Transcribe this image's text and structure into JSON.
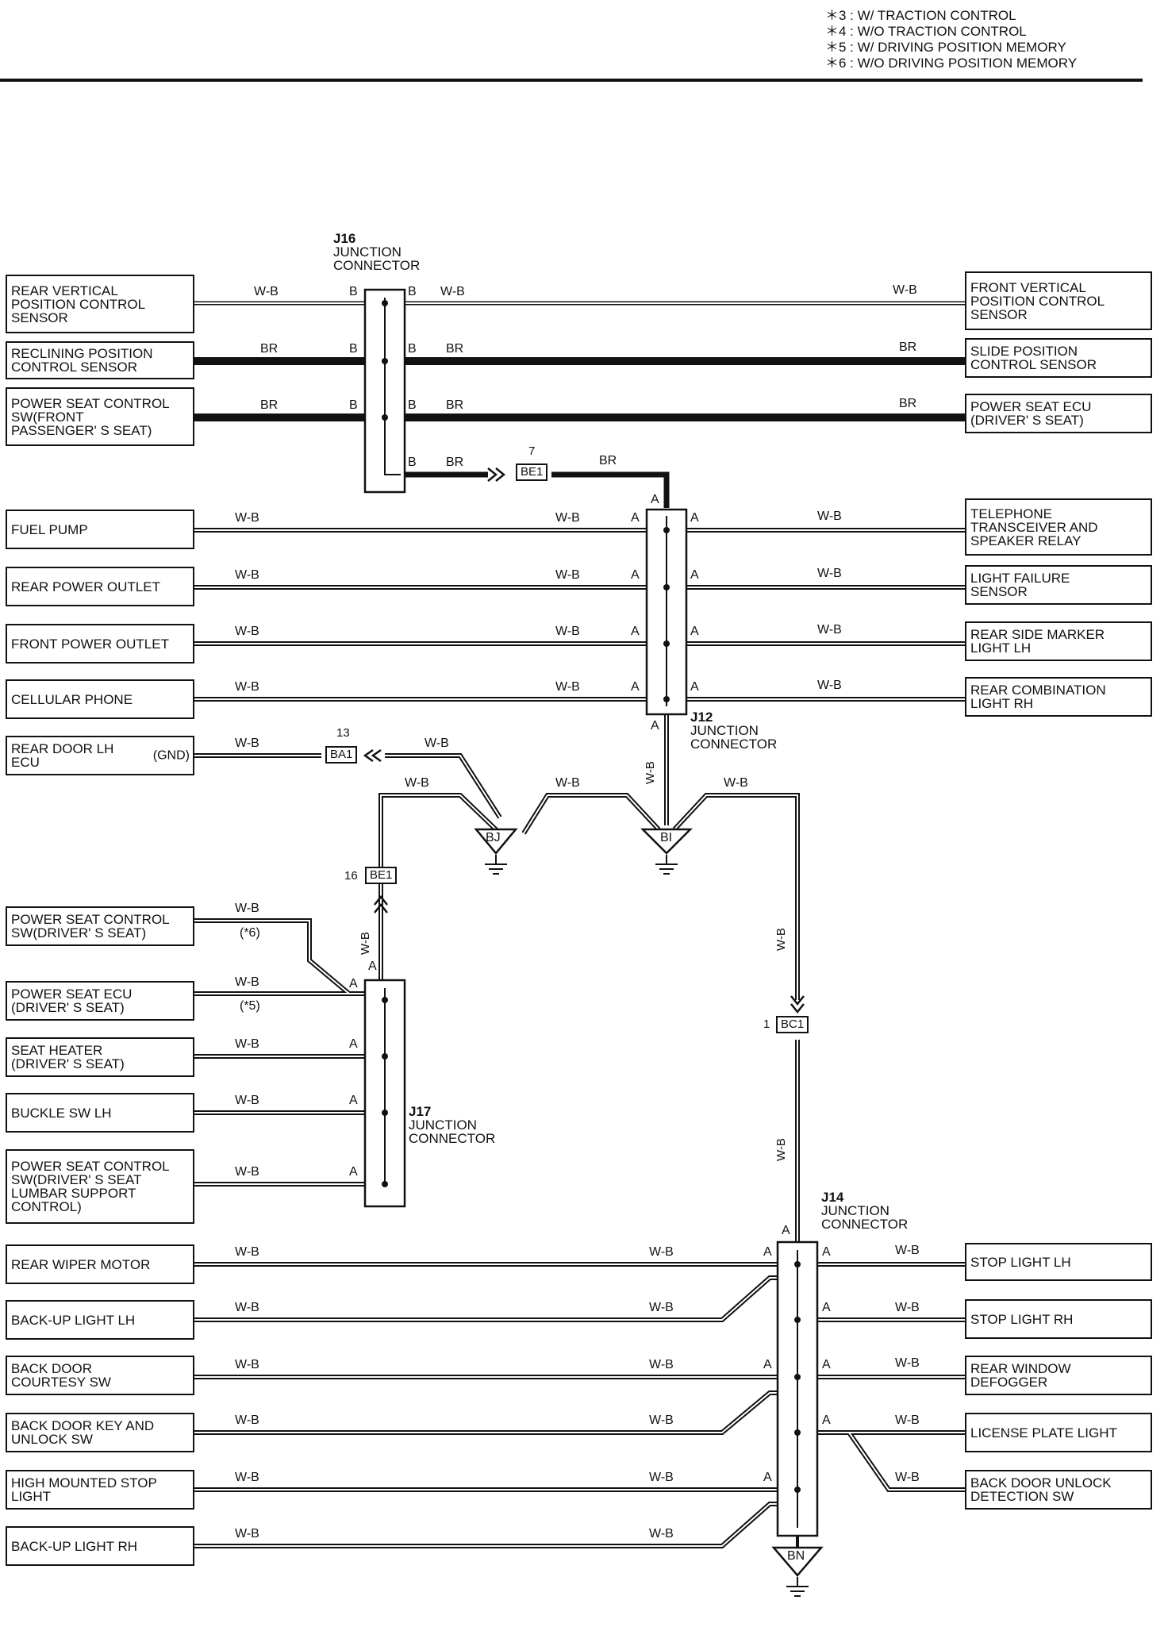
{
  "legend": [
    "＊3 : W/ TRACTION CONTROL",
    "＊4 : W/O TRACTION CONTROL",
    "＊5 : W/ DRIVING POSITION MEMORY",
    "＊6 : W/O DRIVING POSITION MEMORY"
  ],
  "junctions": {
    "j16": {
      "id": "J16",
      "name": "JUNCTION\nCONNECTOR"
    },
    "j12": {
      "id": "J12",
      "name": "JUNCTION\nCONNECTOR"
    },
    "j17": {
      "id": "J17",
      "name": "JUNCTION\nCONNECTOR"
    },
    "j14": {
      "id": "J14",
      "name": "JUNCTION\nCONNECTOR"
    }
  },
  "grounds": {
    "bj": "BJ",
    "bi": "BI",
    "bn": "BN"
  },
  "plugs": {
    "be1_top": {
      "code": "BE1",
      "pin": "7"
    },
    "ba1": {
      "code": "BA1",
      "pin": "13"
    },
    "be1_left": {
      "code": "BE1",
      "pin": "16"
    },
    "bc1": {
      "code": "BC1",
      "pin": "1"
    }
  },
  "components": {
    "rear_vertical": "REAR VERTICAL\nPOSITION CONTROL\nSENSOR",
    "reclining": "RECLINING POSITION\nCONTROL SENSOR",
    "power_seat_sw_pass": "POWER SEAT CONTROL\nSW(FRONT\nPASSENGER' S SEAT)",
    "front_vertical": "FRONT VERTICAL\nPOSITION CONTROL\nSENSOR",
    "slide_position": "SLIDE POSITION\nCONTROL SENSOR",
    "power_seat_ecu_right": "POWER SEAT ECU\n(DRIVER' S SEAT)",
    "fuel_pump": "FUEL PUMP",
    "rear_power_outlet": "REAR POWER OUTLET",
    "front_power_outlet": "FRONT POWER OUTLET",
    "cellular_phone": "CELLULAR PHONE",
    "rear_door_lh_ecu": "REAR DOOR LH\nECU",
    "rear_door_gnd": "(GND)",
    "telephone": "TELEPHONE\nTRANSCEIVER AND\nSPEAKER RELAY",
    "light_failure": "LIGHT FAILURE\nSENSOR",
    "rear_side_marker": "REAR SIDE MARKER\nLIGHT LH",
    "rear_combination": "REAR COMBINATION\nLIGHT RH",
    "power_seat_sw_driver": "POWER SEAT CONTROL\nSW(DRIVER' S SEAT)",
    "power_seat_ecu_left": "POWER SEAT ECU\n(DRIVER' S SEAT)",
    "seat_heater": "SEAT HEATER\n(DRIVER' S SEAT)",
    "buckle_sw": "BUCKLE SW LH",
    "lumbar": "POWER SEAT CONTROL\nSW(DRIVER' S SEAT\nLUMBAR SUPPORT\nCONTROL)",
    "rear_wiper": "REAR WIPER MOTOR",
    "backup_lh": "BACK-UP LIGHT LH",
    "back_door_courtesy": "BACK DOOR\nCOURTESY SW",
    "back_door_key": "BACK DOOR KEY AND\nUNLOCK SW",
    "high_mounted": "HIGH MOUNTED STOP\nLIGHT",
    "backup_rh": "BACK-UP LIGHT RH",
    "stop_lh": "STOP LIGHT LH",
    "stop_rh": "STOP LIGHT RH",
    "rear_window": "REAR WINDOW\nDEFOGGER",
    "license": "LICENSE PLATE LIGHT",
    "back_door_unlock": "BACK DOOR UNLOCK\nDETECTION SW"
  },
  "wire_colors": {
    "wb": "W-B",
    "br": "BR"
  },
  "pins": {
    "a": "A",
    "b": "B"
  },
  "notes": {
    "n5": "(*5)",
    "n6": "(*6)"
  }
}
